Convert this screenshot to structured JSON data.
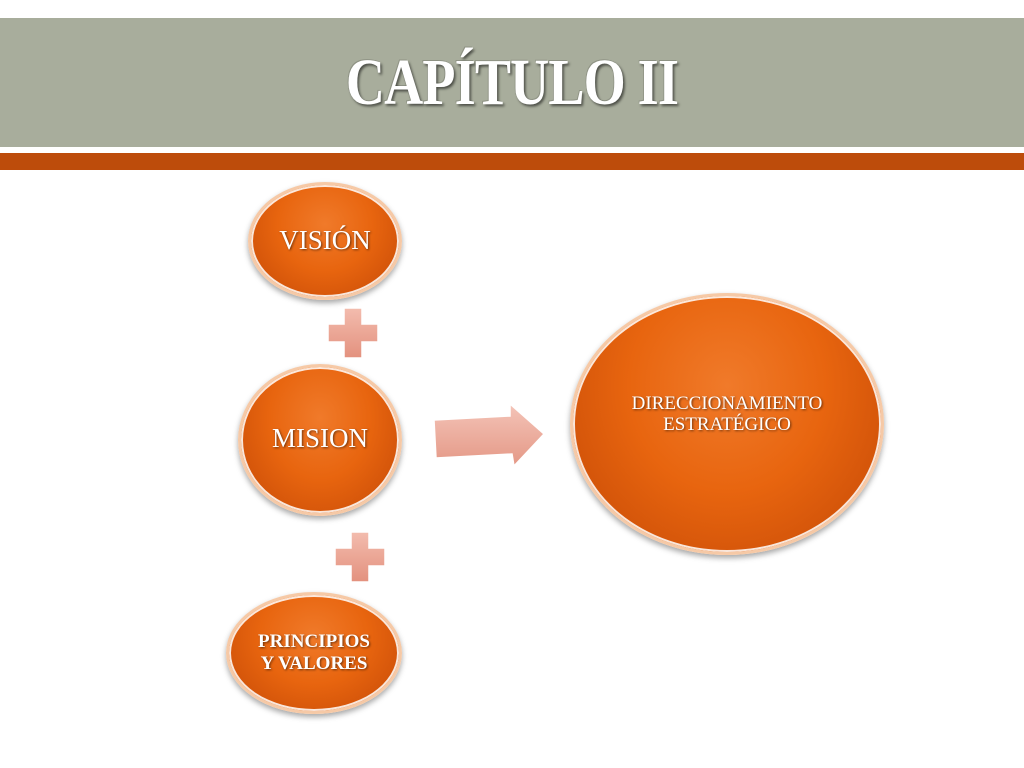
{
  "slide": {
    "title": "CAPÍTULO II",
    "nodes": {
      "vision": "VISIÓN",
      "mision": "MISION",
      "principios_line1": "PRINCIPIOS",
      "principios_line2": "Y VALORES",
      "direccionamiento_line1": "DIRECCIONAMIENTO",
      "direccionamiento_line2": "ESTRATÉGICO"
    }
  },
  "colors": {
    "title_band": "#a8ad9c",
    "accent_bar": "#bd4c0b",
    "oval_fill": "#e8650f",
    "plus_fill": "#eba493",
    "arrow_fill": "#eba99a"
  },
  "icons": {
    "plus": "plus-icon",
    "arrow": "right-arrow-icon"
  }
}
